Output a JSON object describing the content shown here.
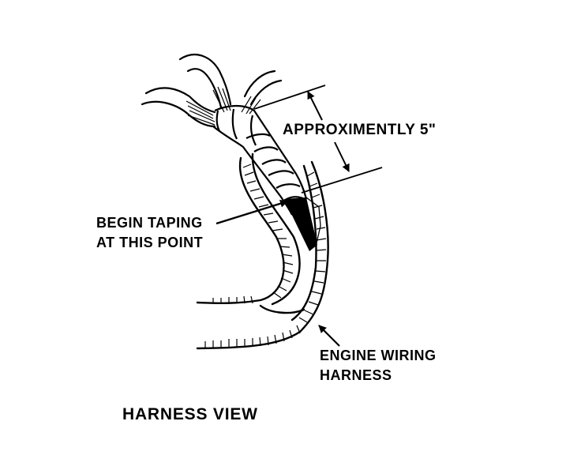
{
  "labels": {
    "dimension": "APPROXIMENTLY 5\"",
    "begin_taping_line1": "BEGIN TAPING",
    "begin_taping_line2": "AT THIS POINT",
    "harness_line1": "ENGINE WIRING",
    "harness_line2": "HARNESS",
    "view_title": "HARNESS VIEW"
  },
  "colors": {
    "ink": "#000000",
    "paper": "#ffffff"
  }
}
